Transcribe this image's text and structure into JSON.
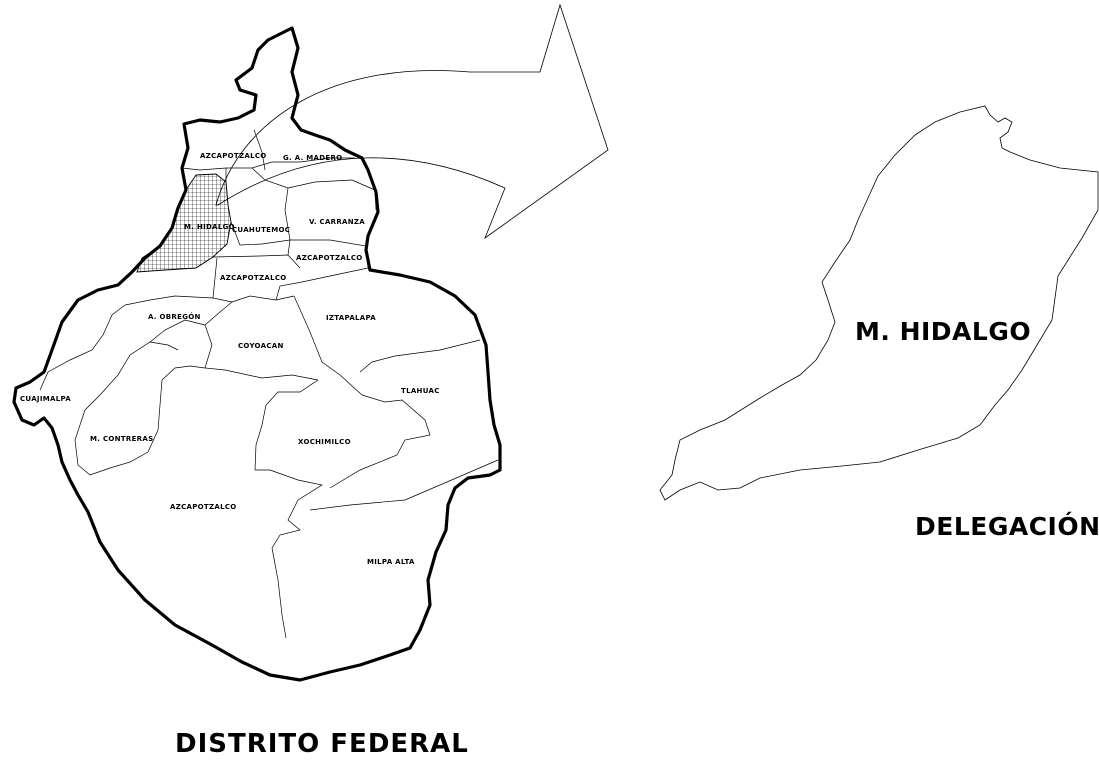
{
  "map": {
    "title": "DISTRITO FEDERAL",
    "delegations": {
      "azcapotzalco_north": "AZCAPOTZALCO",
      "gam": "G. A. MADERO",
      "m_hidalgo": "M. HIDALGO",
      "cuauhtemoc": "CUAHUTEMOC",
      "v_carranza": "V. CARRANZA",
      "azcapotzalco_east": "AZCAPOTZALCO",
      "azcapotzalco_center": "AZCAPOTZALCO",
      "a_obregon": "A. OBREGÓN",
      "iztapalapa": "IZTAPALAPA",
      "coyoacan": "COYOACAN",
      "cuajimalpa": "CUAJIMALPA",
      "tlahuac": "TLAHUAC",
      "m_contreras": "M. CONTRERAS",
      "xochimilco": "XOCHIMILCO",
      "azcapotzalco_south": "AZCAPOTZALCO",
      "milpa_alta": "MILPA ALTA"
    },
    "highlighted": "M. HIDALGO"
  },
  "detail": {
    "name": "M. HIDALGO",
    "caption": "DELEGACIÓN"
  },
  "colors": {
    "line": "#000000",
    "background": "#ffffff",
    "hatch": "#000000"
  }
}
